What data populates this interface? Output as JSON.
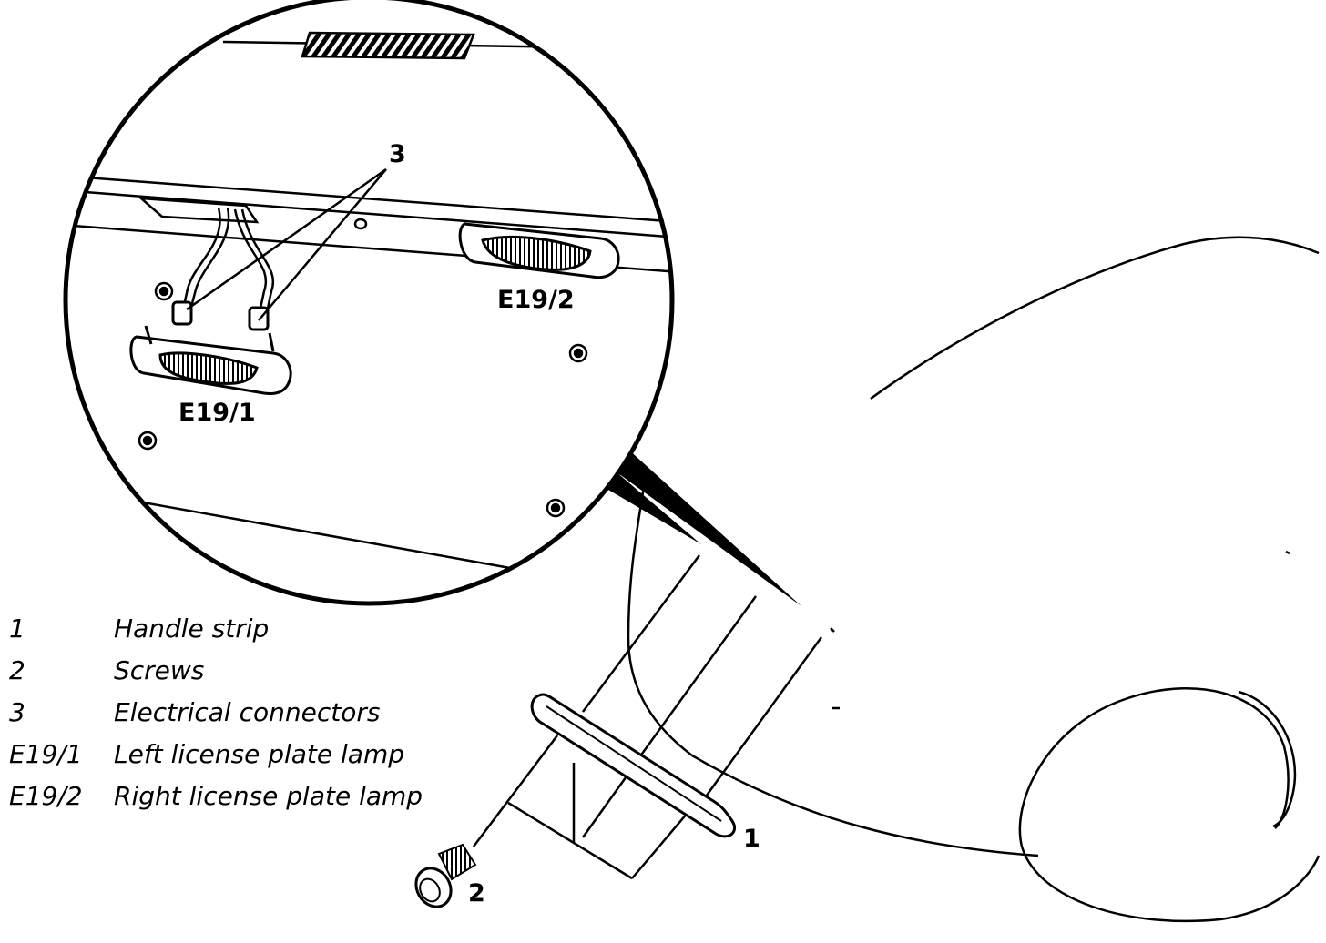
{
  "callouts": {
    "connectors": "3",
    "lamp_left": "E19/1",
    "lamp_right": "E19/2",
    "handle_strip": "1",
    "screw": "2"
  },
  "legend": [
    {
      "key": "1",
      "desc": "Handle strip"
    },
    {
      "key": "2",
      "desc": "Screws"
    },
    {
      "key": "3",
      "desc": "Electrical connectors"
    },
    {
      "key": "E19/1",
      "desc": "Left license plate lamp"
    },
    {
      "key": "E19/2",
      "desc": "Right license plate lamp"
    }
  ]
}
